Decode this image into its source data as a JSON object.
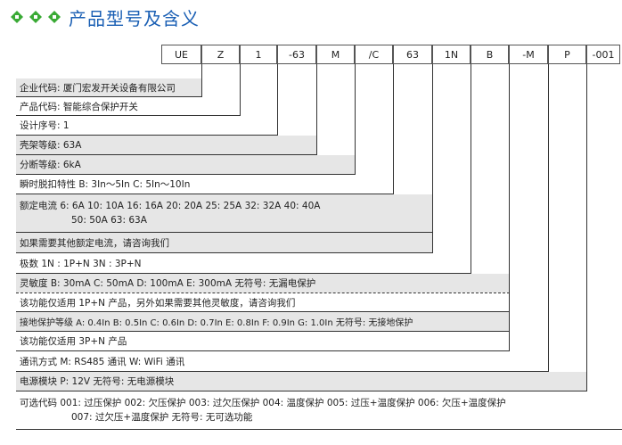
{
  "title": "产品型号及含义",
  "codes": [
    "UE",
    "Z",
    "1",
    "-63",
    "M",
    "/C",
    "63",
    "1N",
    "B",
    "-M",
    "P",
    "-001"
  ],
  "rows": [
    "企业代码: 厦门宏发开关设备有限公司",
    "产品代码: 智能综合保护开关",
    "设计序号: 1",
    "壳架等级: 63A",
    "分断等级: 6kA",
    "瞬时脱扣特性 B: 3In～5In     C: 5In～10In",
    "额定电流 6: 6A   10: 10A   16: 16A   20: 20A   25: 25A   32: 32A   40: 40A",
    "50: 50A   63: 63A",
    "如果需要其他额定电流，请咨询我们",
    "极数 1N : 1P+N        3N : 3P+N",
    "灵敏度 B: 30mA      C: 50mA      D: 100mA      E: 300mA      无符号: 无漏电保护",
    "该功能仅适用 1P+N 产品，另外如果需要其他灵敏度，请咨询我们",
    "接地保护等级 A: 0.4In B: 0.5In C: 0.6In D: 0.7In E: 0.8In F: 0.9In G: 1.0In 无符号: 无接地保护",
    "该功能仅适用 3P+N 产品",
    "通讯方式 M: RS485 通讯      W: WiFi 通讯",
    "电源模块 P: 12V       无符号: 无电源模块",
    "可选代码 001: 过压保护   002: 欠压保护   003: 过欠压保护   004: 温度保护   005: 过压+温度保护   006: 欠压+温度保护",
    "007: 过欠压+温度保护   无符号: 无可选功能"
  ],
  "colors": {
    "title": "#1a5fb4",
    "icon": "#3aaa35",
    "shade": "#e6e6e6"
  }
}
